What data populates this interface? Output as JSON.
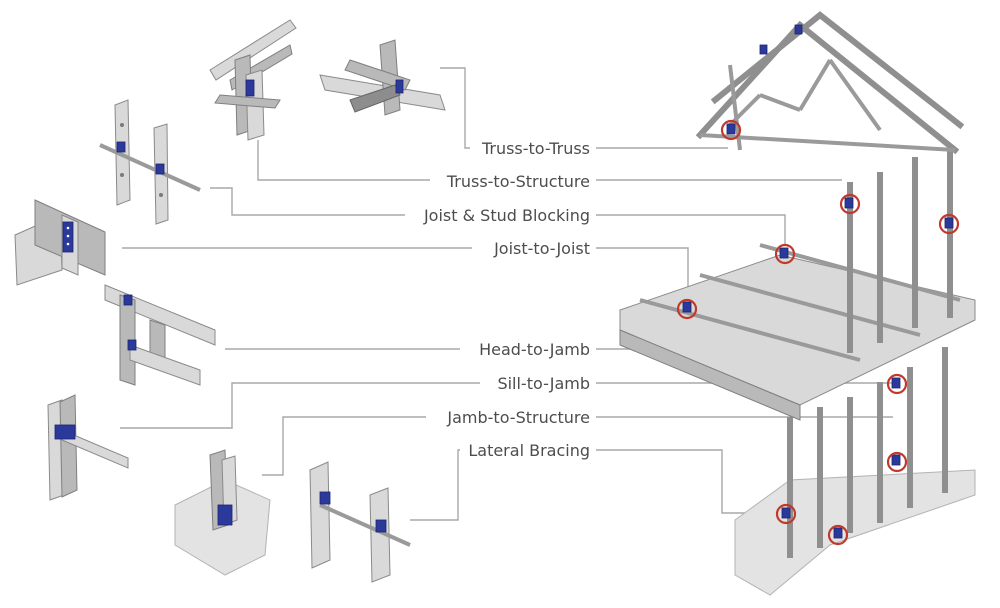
{
  "connection_labels": [
    {
      "id": "truss-to-truss",
      "text": "Truss-to-Truss"
    },
    {
      "id": "truss-to-structure",
      "text": "Truss-to-Structure"
    },
    {
      "id": "joist-stud-blocking",
      "text": "Joist & Stud Blocking"
    },
    {
      "id": "joist-to-joist",
      "text": "Joist-to-Joist"
    },
    {
      "id": "head-to-jamb",
      "text": "Head-to-Jamb"
    },
    {
      "id": "sill-to-jamb",
      "text": "Sill-to-Jamb"
    },
    {
      "id": "jamb-to-structure",
      "text": "Jamb-to-Structure"
    },
    {
      "id": "lateral-bracing",
      "text": "Lateral Bracing"
    }
  ],
  "colors": {
    "steel": "#b9b9b9",
    "clip": "#2b3a9a",
    "marker": "#c0392b",
    "leader": "#a8a8a8",
    "text": "#4d4d4d"
  },
  "icons": [
    "truss-to-truss-detail",
    "truss-to-structure-detail",
    "stud-blocking-detail",
    "joist-to-joist-detail",
    "head-to-jamb-detail",
    "sill-to-jamb-detail",
    "jamb-to-structure-detail",
    "lateral-bracing-detail",
    "steel-frame-building"
  ]
}
